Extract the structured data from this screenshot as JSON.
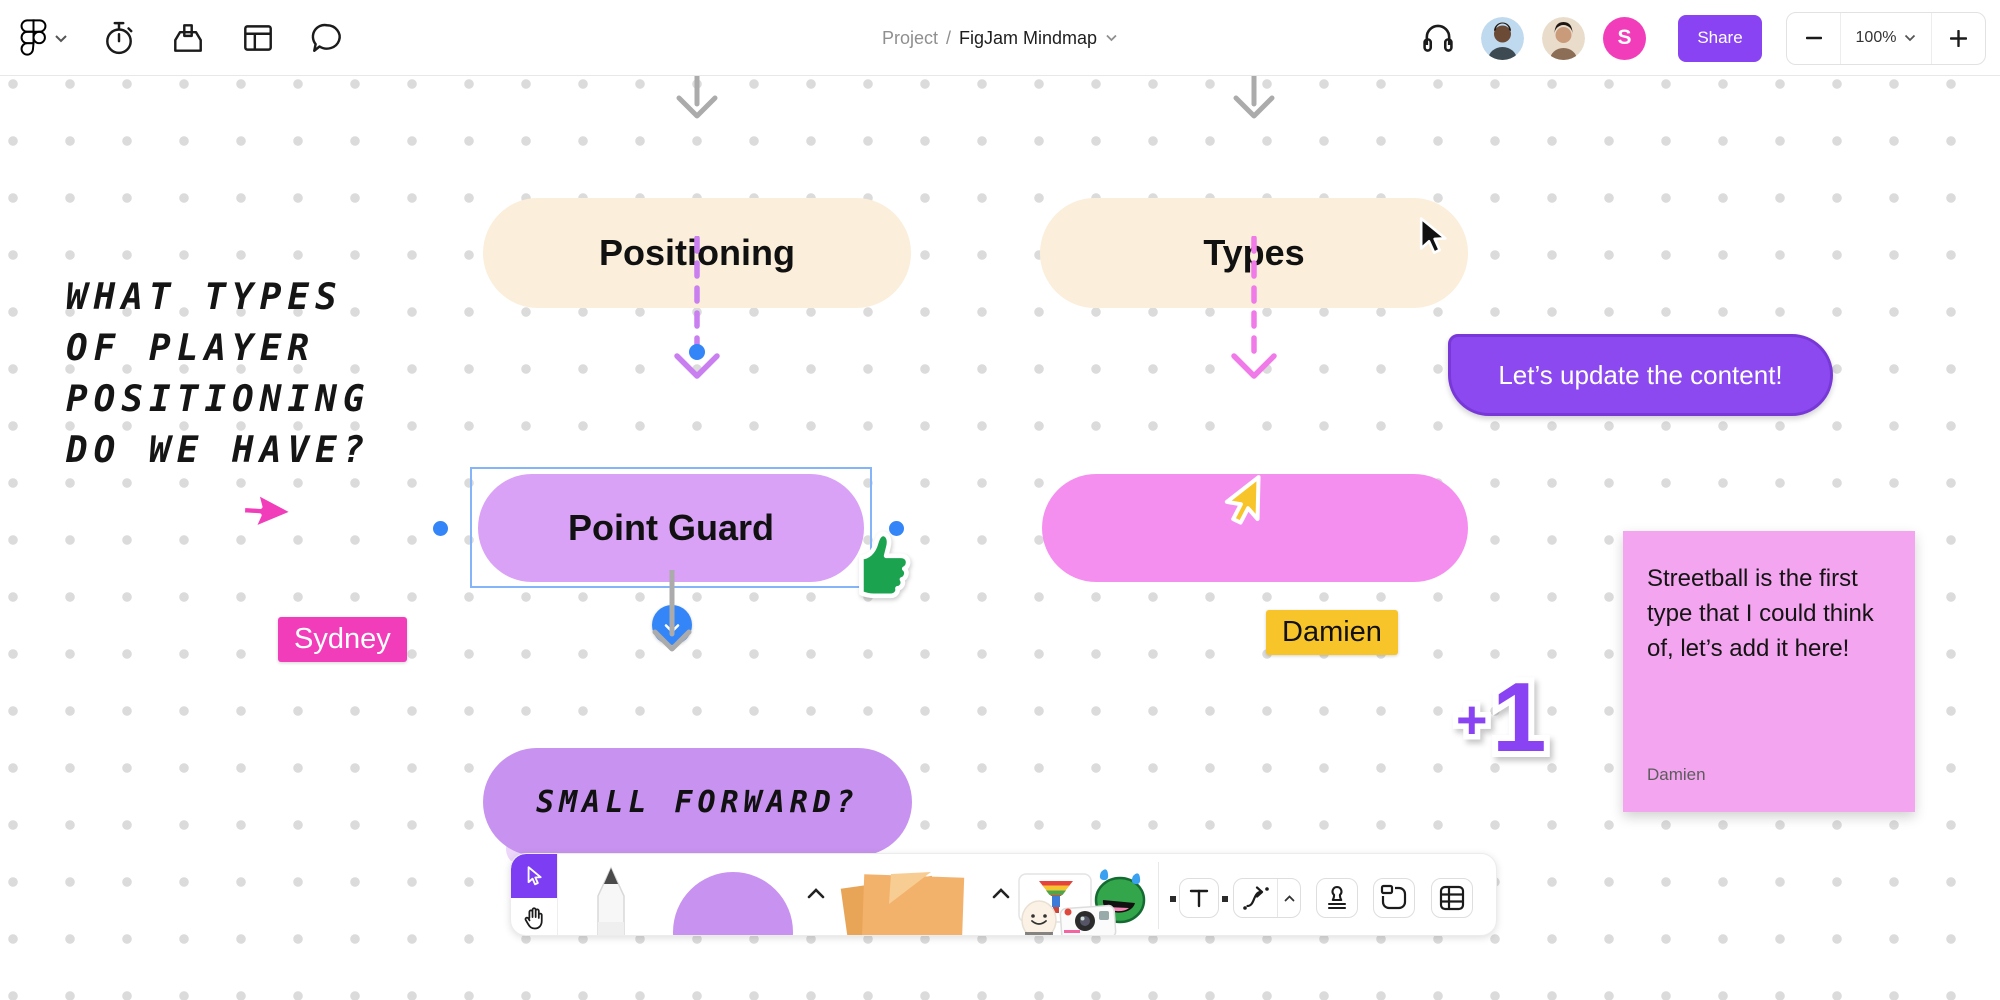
{
  "header": {
    "breadcrumb": {
      "project": "Project",
      "separator": "/",
      "file": "FigJam Mindmap"
    },
    "share_label": "Share",
    "zoom_level": "100%",
    "collaborators": {
      "avatar_initial": "S"
    }
  },
  "canvas": {
    "question_lines": [
      "WHAT TYPES",
      "OF PLAYER",
      "POSITIONING",
      "DO WE HAVE?"
    ],
    "nodes": {
      "positioning": "Positioning",
      "types": "Types",
      "point_guard": "Point Guard",
      "small_forward": "SMALL FORWARD?",
      "new_type": ""
    },
    "chat_bubble": "Let’s update the content!",
    "cursors": {
      "sydney": "Sydney",
      "damien": "Damien"
    },
    "sticky_note": {
      "lines": [
        "Streetball is the first",
        "type that I could think",
        "of, let’s add it here!"
      ],
      "author": "Damien"
    },
    "plus_one_sticker": {
      "plus": "+",
      "digit": "1"
    }
  },
  "colors": {
    "accent-purple": "#8A43F3",
    "bubble-purple": "#8B49EF",
    "select-purple": "#7D3EF3",
    "cream-node": "#FBEEDA",
    "purple-node": "#D9A2F6",
    "purple-node-2": "#C893F0",
    "pink-node": "#F58FEF",
    "sticky-pink": "#F3A6EF",
    "hot-pink": "#F23DBB",
    "name-yellow": "#F7C42A",
    "blue": "#3485F7",
    "selection-blue": "#85B4F8",
    "connector-purple": "#C97FF0",
    "connector-pink": "#F07BE8",
    "arrow-gray": "#ABABAB",
    "thumb-green": "#1CA350",
    "sticky-orange": "#F3B26B",
    "grid-dot": "#DBDBDB"
  }
}
